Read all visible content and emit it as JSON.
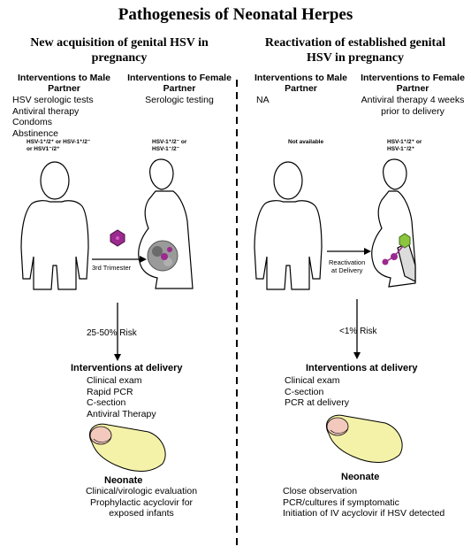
{
  "title": "Pathogenesis of Neonatal Herpes",
  "left": {
    "heading_line1": "New acquisition of genital HSV in",
    "heading_line2": "pregnancy",
    "male_header_line1": "Interventions to Male",
    "male_header_line2": "Partner",
    "male_items": [
      "HSV serologic tests",
      "Antiviral therapy",
      "Condoms",
      "Abstinence"
    ],
    "female_header_line1": "Interventions to Female",
    "female_header_line2": "Partner",
    "female_items": [
      "Serologic testing"
    ],
    "male_serostatus_line1": "HSV-1⁺/2⁺ or HSV-1⁺/2⁻",
    "male_serostatus_line2": "or HSV1⁻/2⁺",
    "female_serostatus_line1": "HSV-1⁺/2⁻ or",
    "female_serostatus_line2": "HSV-1⁻/2⁻",
    "transmission_label": "3rd Trimester",
    "risk_label": "25-50% Risk",
    "delivery_header": "Interventions at delivery",
    "delivery_items": [
      "Clinical exam",
      "Rapid PCR",
      "C-section",
      "Antiviral Therapy"
    ],
    "neonate_header": "Neonate",
    "neonate_items": [
      "Clinical/virologic evaluation",
      "Prophylactic acyclovir for",
      "exposed infants"
    ]
  },
  "right": {
    "heading_line1": "Reactivation of established genital",
    "heading_line2": "HSV in pregnancy",
    "male_header_line1": "Interventions to Male",
    "male_header_line2": "Partner",
    "male_items": [
      "NA"
    ],
    "female_header_line1": "Interventions to Female",
    "female_header_line2": "Partner",
    "female_items": [
      "Antiviral therapy 4 weeks",
      "prior to delivery"
    ],
    "male_serostatus": "Not available",
    "female_serostatus_line1": "HSV-1⁺/2⁺ or",
    "female_serostatus_line2": "HSV-1⁻/2⁺",
    "transmission_label_line1": "Reactivation",
    "transmission_label_line2": "at Delivery",
    "risk_label": "<1% Risk",
    "delivery_header": "Interventions at delivery",
    "delivery_items": [
      "Clinical exam",
      "C-section",
      "PCR at delivery"
    ],
    "neonate_header": "Neonate",
    "neonate_items": [
      "Close observation",
      "PCR/cultures if symptomatic",
      "Initiation of IV acyclovir if HSV detected"
    ]
  },
  "colors": {
    "virus": "#9b2a8f",
    "virus_green": "#8cc63f",
    "baby_blanket": "#f4f2a8",
    "baby_skin": "#f3c9bd"
  }
}
